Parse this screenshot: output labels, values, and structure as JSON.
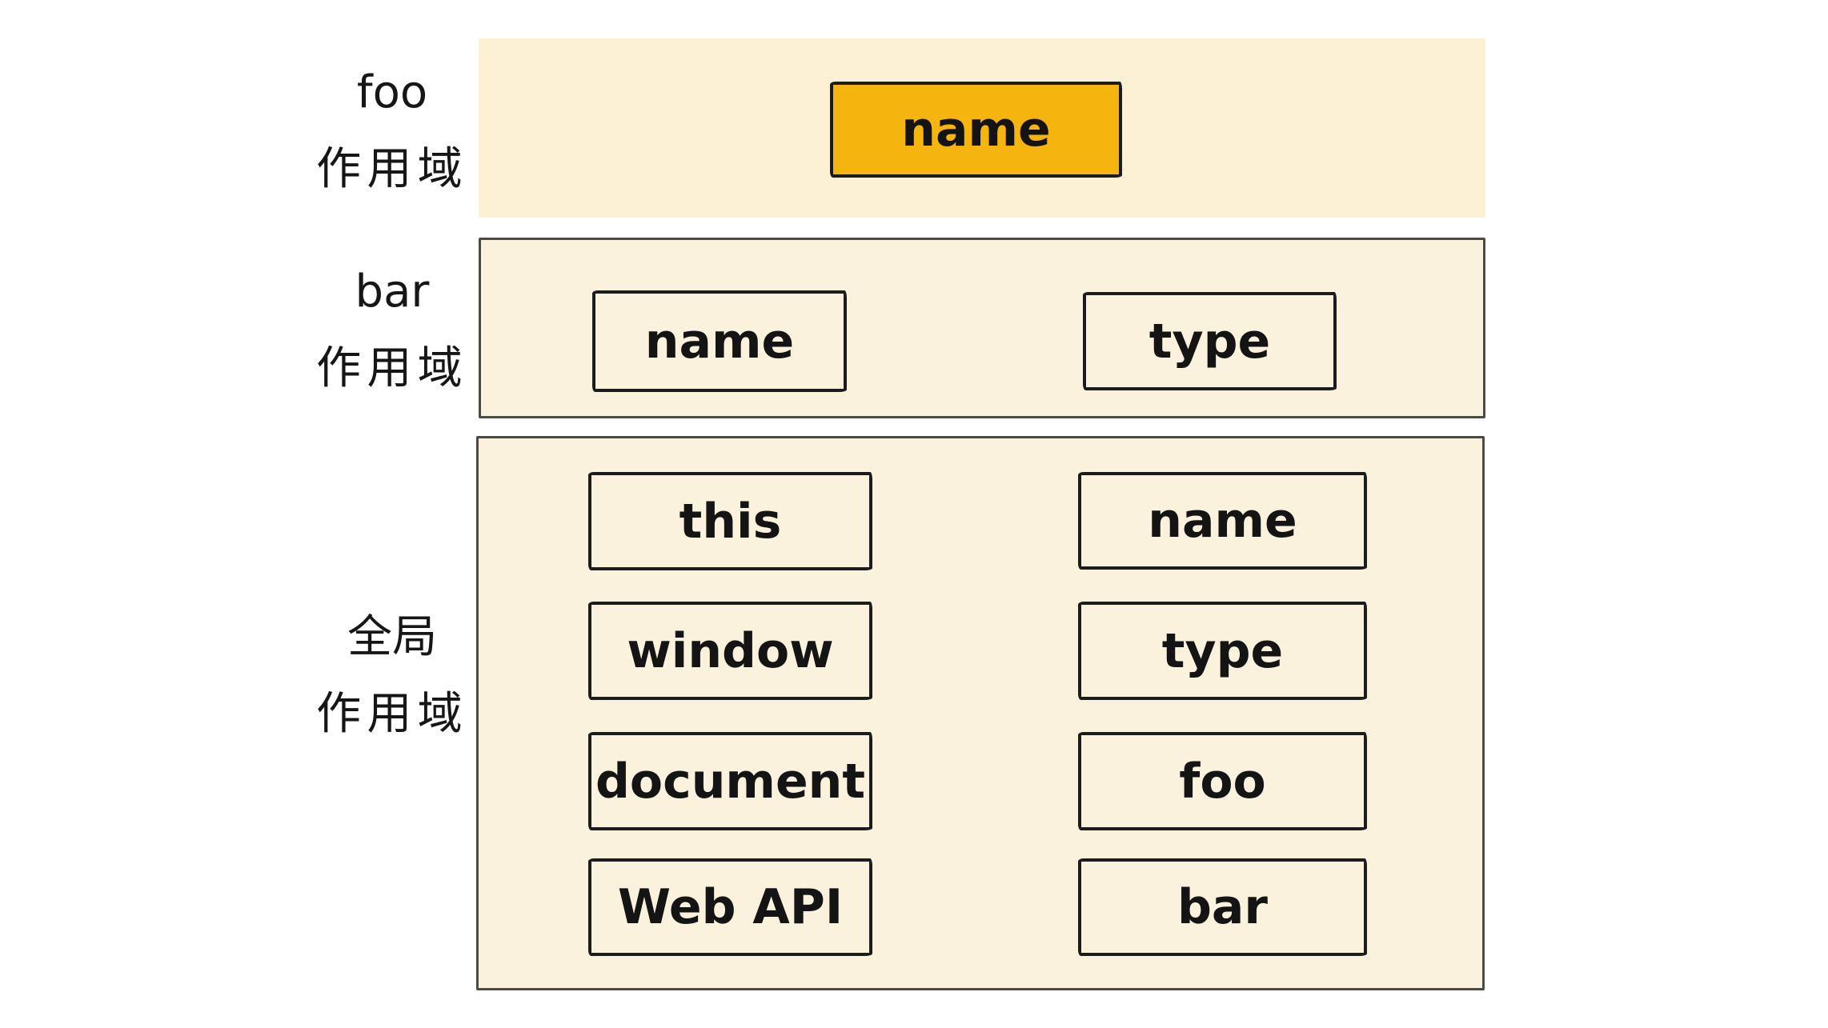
{
  "diagram": {
    "sections": [
      {
        "id": "foo-scope",
        "label_line1": "foo",
        "label_line2": "作用域",
        "boxes": [
          {
            "label": "name",
            "highlighted": true
          }
        ]
      },
      {
        "id": "bar-scope",
        "label_line1": "bar",
        "label_line2": "作用域",
        "boxes": [
          {
            "label": "name",
            "highlighted": false
          },
          {
            "label": "type",
            "highlighted": false
          }
        ]
      },
      {
        "id": "global-scope",
        "label_line1": "全局",
        "label_line2": "作用域",
        "left_column": [
          "this",
          "window",
          "document",
          "Web API"
        ],
        "right_column": [
          "name",
          "type",
          "foo",
          "bar"
        ]
      }
    ],
    "colors": {
      "background": "#ffffff",
      "foo_panel_fill": "#fcf1d4",
      "panel_fill": "#fbf2dd",
      "panel_border": "#4b4b45",
      "box_border": "#1c1c1c",
      "highlight_fill": "#f6b40f",
      "text": "#1a1a1a"
    }
  }
}
